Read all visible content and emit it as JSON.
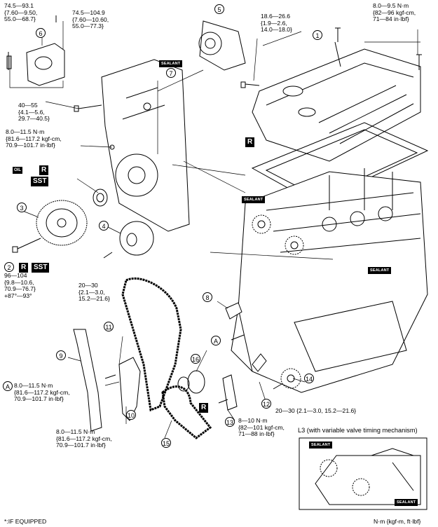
{
  "callouts": [
    "1",
    "2",
    "3",
    "4",
    "5",
    "6",
    "7",
    "8",
    "9",
    "10",
    "11",
    "12",
    "13",
    "14",
    "15",
    "16"
  ],
  "torques": {
    "t74a": "74.5—93.1\n{7.60—9.50,\n55.0—68.7}",
    "t74b": "74.5—104.9\n{7.60—10.60,\n55.0—77.3}",
    "t186": "18.6—26.6\n{1.9—2.6,\n14.0—18.0}",
    "t80b": "8.0—9.5 N·m\n{82—96 kgf-cm,\n71—84 in·lbf}",
    "t40": "40—55\n{4.1—5.6,\n29.7—40.5}",
    "t80a": "8.0—11.5 N·m\n{81.6—117.2 kgf-cm,\n70.9—101.7 in·lbf}",
    "t96": "96—104\n{9.8—10.6,\n70.9—76.7}\n+87°—93°",
    "t20a": "20—30\n{2.1—3.0,\n15.2—21.6}",
    "tA": "8.0—11.5 N·m\n{81.6—117.2 kgf-cm,\n70.9—101.7 in·lbf}",
    "t80c": "8.0—11.5 N·m\n{81.6—117.2 kgf-cm,\n70.9—101.7 in·lbf}",
    "t810": "8—10 N·m\n{82—101 kgf-cm,\n71—88 in·lbf}",
    "t20b": "20—30 {2.1—3.0, 15.2—21.6}"
  },
  "badges": {
    "r": "R",
    "sst": "SST",
    "oil": "OIL",
    "a": "A"
  },
  "sealant": "SEALANT",
  "inset_title": "L3 (with variable valve timing mechanism)",
  "footnote": "*:IF EQUIPPED",
  "units": "N·m {kgf-m, ft·lbf}"
}
